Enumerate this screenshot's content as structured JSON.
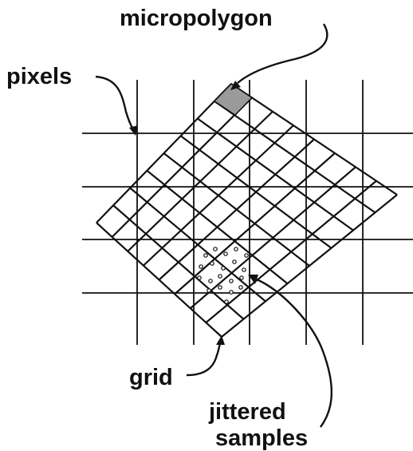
{
  "labels": {
    "micropolygon": "micropolygon",
    "pixels": "pixels",
    "grid": "grid",
    "jittered": "jittered",
    "samples": "samples"
  },
  "colors": {
    "ink": "#111111",
    "micropolygon_fill": "#9a9a9a"
  }
}
